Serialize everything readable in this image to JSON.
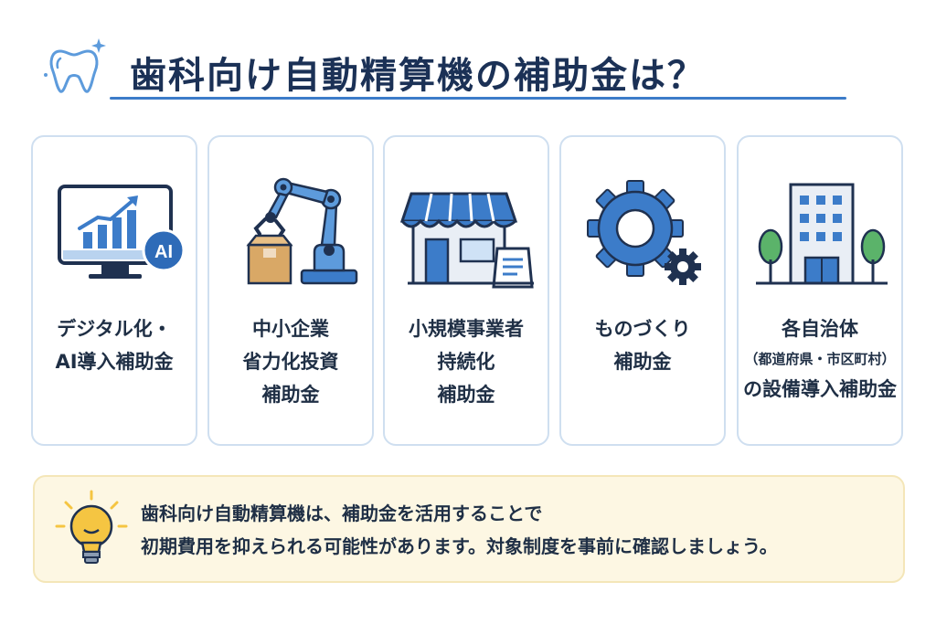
{
  "title": "歯科向け自動精算機の補助金は？",
  "cards": [
    {
      "icon": "monitor-chart-ai-icon",
      "badge": "AI",
      "lines": [
        "デジタル化・",
        "AI導入補助金"
      ]
    },
    {
      "icon": "robot-arm-icon",
      "lines": [
        "中小企業",
        "省力化投資",
        "補助金"
      ]
    },
    {
      "icon": "storefront-icon",
      "lines": [
        "小規模事業者",
        "持続化",
        "補助金"
      ]
    },
    {
      "icon": "gears-icon",
      "lines": [
        "ものづくり",
        "補助金"
      ]
    },
    {
      "icon": "building-icon",
      "lines": [
        "各自治体",
        "（都道府県・市区町村）",
        "の設備導入補助金"
      ]
    }
  ],
  "note": {
    "icon": "lightbulb-icon",
    "lines": [
      "歯科向け自動精算機は、補助金を活用することで",
      "初期費用を抑えられる可能性があります。対象制度を事前に確認しましょう。"
    ]
  },
  "colors": {
    "accent": "#3c7cc9",
    "dark": "#1b3156",
    "note_bg": "#fdf7e3",
    "bulb": "#f5c542"
  }
}
